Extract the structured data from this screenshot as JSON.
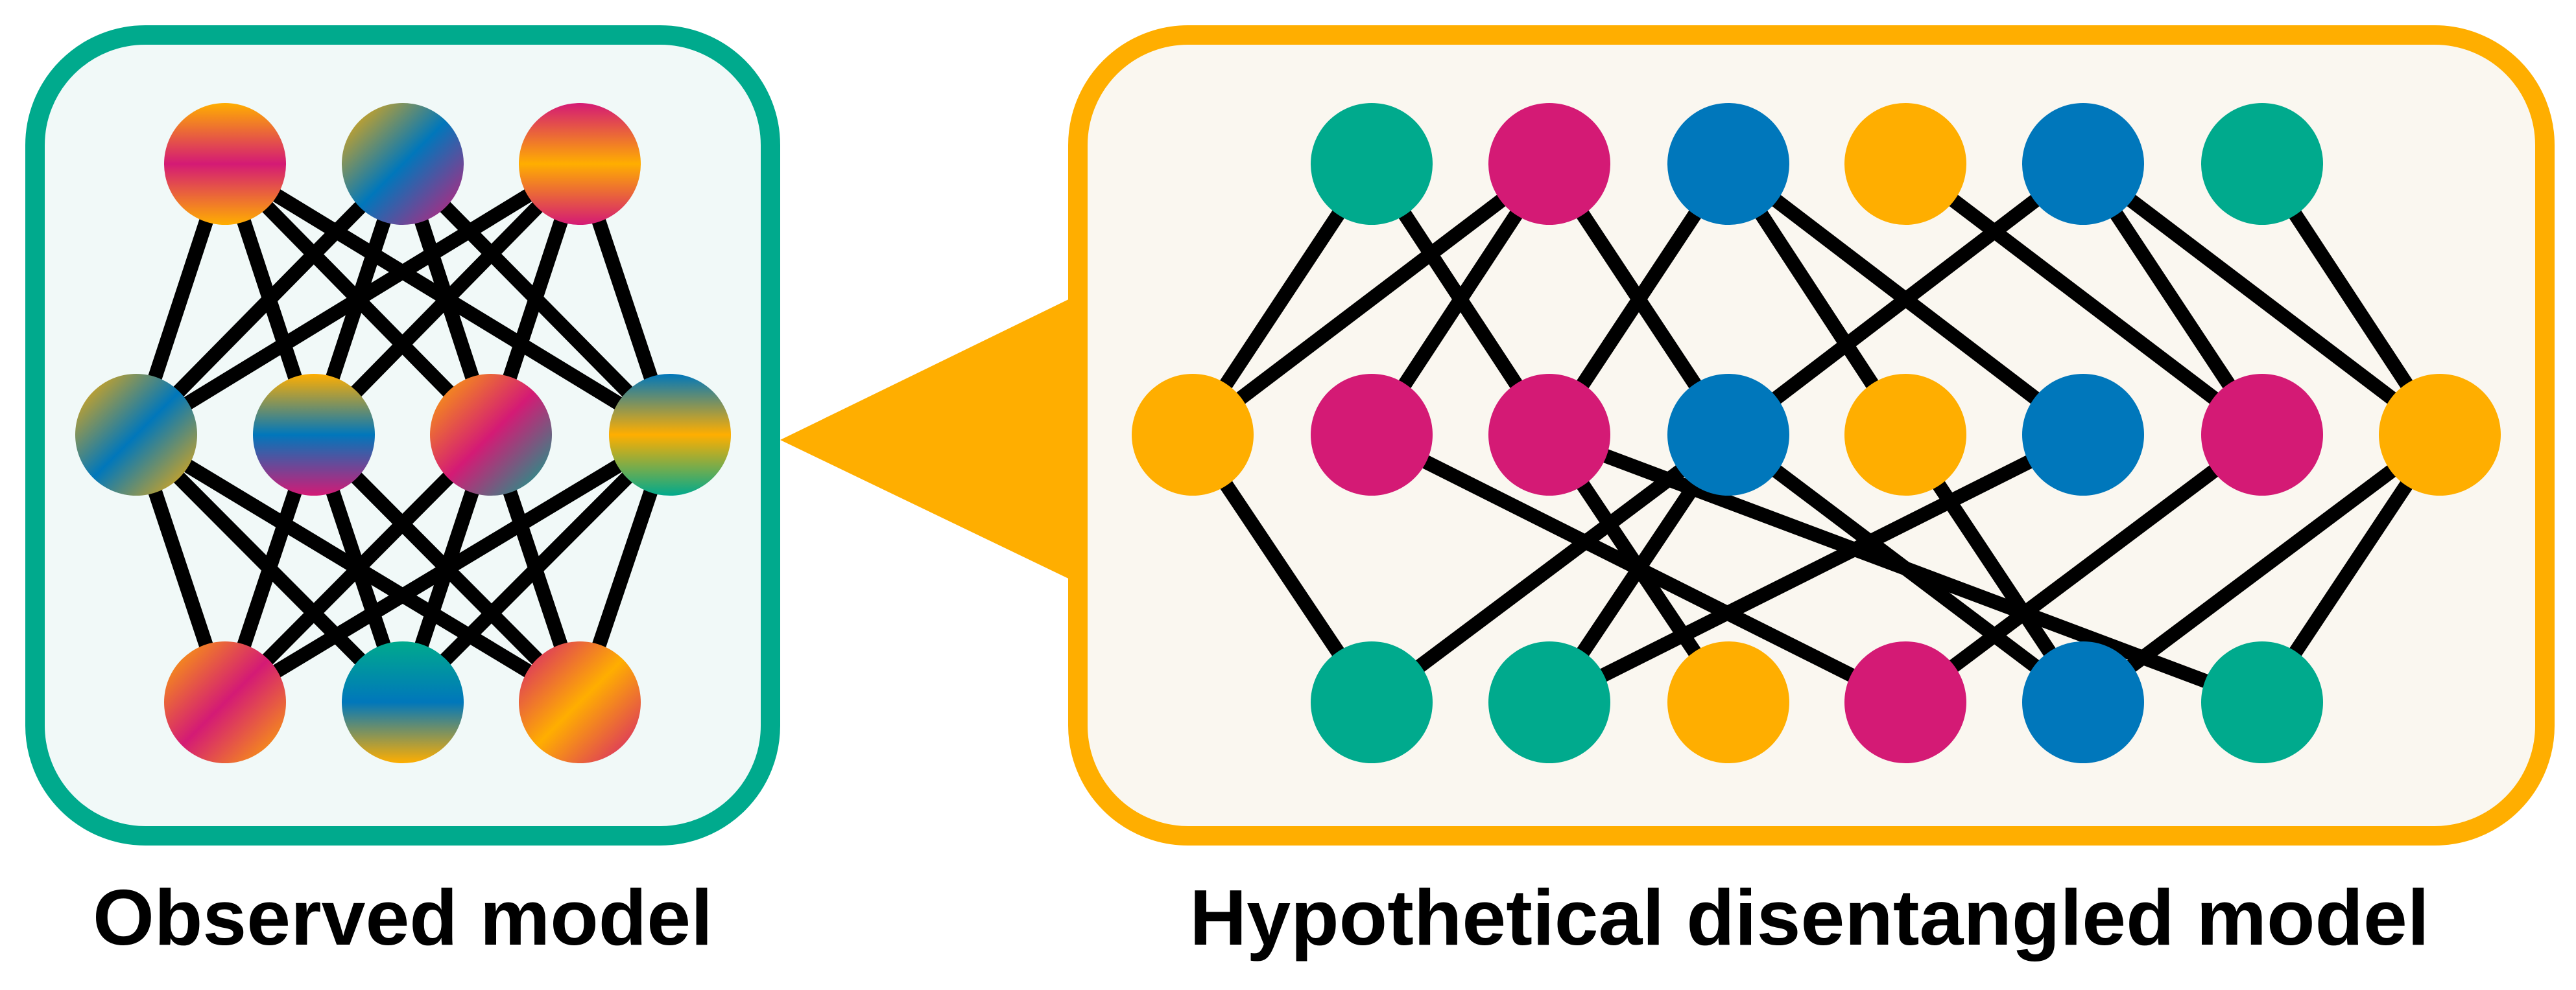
{
  "colors": {
    "teal": "#00AA8D",
    "magenta": "#D41A75",
    "blue": "#0077BB",
    "orange": "#FFAE00",
    "observed_bg": "#F1F9F8",
    "hypothetical_bg": "#FAF7F0",
    "edge": "#000000"
  },
  "observed": {
    "label": "Observed model",
    "layers": [
      [
        [
          "orange",
          "magenta",
          "orange"
        ],
        [
          "orange",
          "blue",
          "magenta"
        ],
        [
          "magenta",
          "orange",
          "magenta"
        ]
      ],
      [
        [
          "orange",
          "blue",
          "orange"
        ],
        [
          "orange",
          "blue",
          "magenta"
        ],
        [
          "orange",
          "magenta",
          "teal"
        ],
        [
          "blue",
          "orange",
          "teal"
        ]
      ],
      [
        [
          "orange",
          "magenta",
          "orange"
        ],
        [
          "teal",
          "blue",
          "orange"
        ],
        [
          "magenta",
          "orange",
          "magenta"
        ]
      ]
    ],
    "connectivity": "fully-connected"
  },
  "hypothetical": {
    "label": "Hypothetical disentangled model",
    "layers": [
      [
        "teal",
        "magenta",
        "blue",
        "orange",
        "blue",
        "teal"
      ],
      [
        "orange",
        "magenta",
        "magenta",
        "blue",
        "orange",
        "blue",
        "magenta",
        "orange"
      ],
      [
        "teal",
        "teal",
        "orange",
        "magenta",
        "blue",
        "teal"
      ]
    ],
    "edges_top_mid": [
      [
        0,
        0
      ],
      [
        0,
        2
      ],
      [
        1,
        0
      ],
      [
        1,
        1
      ],
      [
        1,
        3
      ],
      [
        2,
        2
      ],
      [
        2,
        4
      ],
      [
        2,
        5
      ],
      [
        3,
        6
      ],
      [
        4,
        3
      ],
      [
        4,
        6
      ],
      [
        4,
        7
      ],
      [
        5,
        7
      ]
    ],
    "edges_mid_bottom": [
      [
        0,
        0
      ],
      [
        1,
        3
      ],
      [
        2,
        2
      ],
      [
        2,
        5
      ],
      [
        3,
        0
      ],
      [
        3,
        1
      ],
      [
        3,
        4
      ],
      [
        4,
        4
      ],
      [
        5,
        1
      ],
      [
        6,
        3
      ],
      [
        7,
        4
      ],
      [
        7,
        5
      ]
    ]
  }
}
